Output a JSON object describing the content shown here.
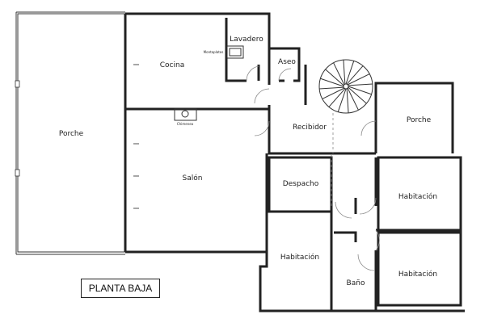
{
  "plan": {
    "title": "PLANTA BAJA",
    "rooms": {
      "porche_left": "Porche",
      "cocina": "Cocina",
      "lavadero": "Lavadero",
      "montaplatos": "Montaplatos",
      "aseo": "Aseo",
      "chimenea": "Chimenea",
      "salon": "Salón",
      "recibidor": "Recibidor",
      "porche_right": "Porche",
      "despacho": "Despacho",
      "habitacion_1": "Habitación",
      "habitacion_2": "Habitación",
      "habitacion_3": "Habitación",
      "bano": "Baño"
    }
  }
}
